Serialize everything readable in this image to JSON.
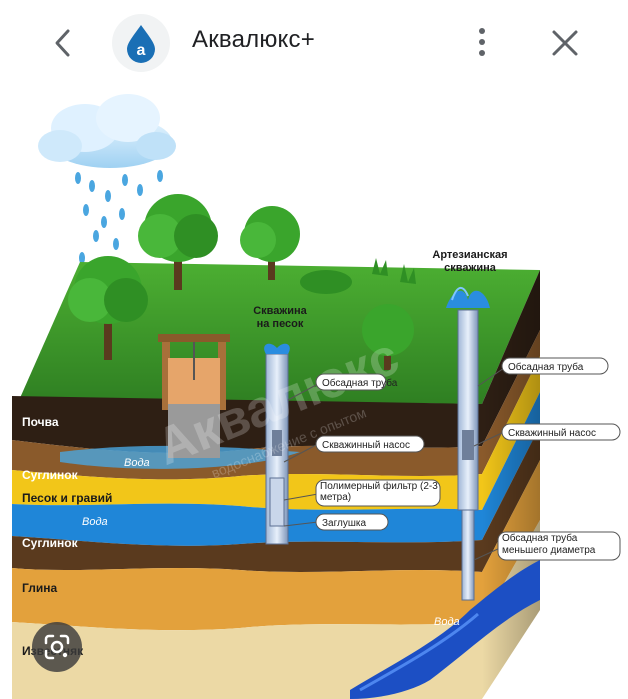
{
  "app": {
    "title": "Аквалюкс+",
    "icon_letter": "a",
    "icons": {
      "back": "chevron-left-icon",
      "more": "more-vert-icon",
      "close": "close-icon",
      "lens": "lens-icon"
    }
  },
  "diagram": {
    "wells": {
      "sand_well": "Скважина на песок",
      "artesian_well": "Артезианская скважина"
    },
    "layers": {
      "soil": "Почва",
      "loam1": "Суглинок",
      "sand_gravel": "Песок и гравий",
      "loam2": "Суглинок",
      "clay": "Глина",
      "limestone": "Известняк"
    },
    "water": {
      "w1": "Вода",
      "w2": "Вода",
      "w3": "Вода"
    },
    "callouts": {
      "casing_sand": "Обсадная труба",
      "pump_sand": "Скважинный насос",
      "filter": "Полимерный фильтр (2-3 метра)",
      "plug": "Заглушка",
      "casing_art": "Обсадная труба",
      "pump_art": "Скважинный насос",
      "casing_small": "Обсадная труба меньшего диаметра"
    },
    "watermark": {
      "brand": "Аквалюкс",
      "tagline": "водоснабжение с опытом"
    }
  },
  "colors": {
    "grass": "#3e9a2a",
    "soil": "#2e1f14",
    "sand": "#f2c619",
    "water": "#1f86d8",
    "clay": "#e3a13c",
    "limestone": "#ecd9a5",
    "brand": "#1a6fb5"
  }
}
